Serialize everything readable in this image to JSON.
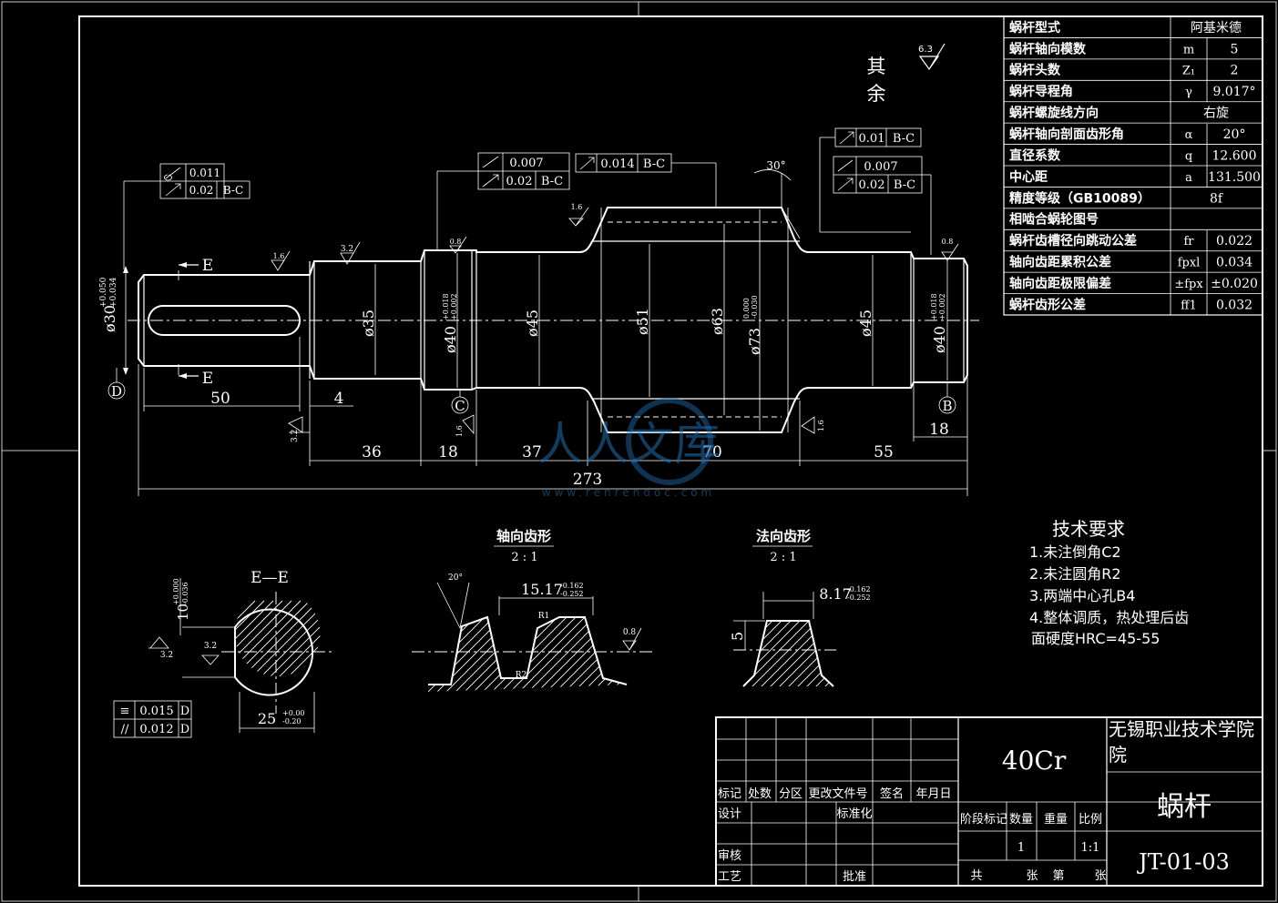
{
  "params_table": {
    "rows": [
      {
        "label": "蜗杆型式",
        "sym": "",
        "val": "阿基米德"
      },
      {
        "label": "蜗杆轴向模数",
        "sym": "m",
        "val": "5"
      },
      {
        "label": "蜗杆头数",
        "sym": "Z₁",
        "val": "2"
      },
      {
        "label": "蜗杆导程角",
        "sym": "γ",
        "val": "9.017°"
      },
      {
        "label": "蜗杆螺旋线方向",
        "sym": "",
        "val": "右旋"
      },
      {
        "label": "蜗杆轴向剖面齿形角",
        "sym": "α",
        "val": "20°"
      },
      {
        "label": "直径系数",
        "sym": "q",
        "val": "12.600"
      },
      {
        "label": "中心距",
        "sym": "a",
        "val": "131.500"
      },
      {
        "label": "精度等级（GB10089）",
        "sym": "",
        "val": "8f"
      },
      {
        "label": "相啮合蜗轮图号",
        "sym": "",
        "val": ""
      },
      {
        "label": "蜗杆齿槽径向跳动公差",
        "sym": "fr",
        "val": "0.022"
      },
      {
        "label": "轴向齿距累积公差",
        "sym": "fpxl",
        "val": "0.034"
      },
      {
        "label": "轴向齿距极限偏差",
        "sym": "±fpx",
        "val": "±0.020"
      },
      {
        "label": "蜗杆齿形公差",
        "sym": "ff1",
        "val": "0.032"
      }
    ]
  },
  "roughness_rest": {
    "label1": "其",
    "label2": "余",
    "value": "6.3"
  },
  "tolerance_frames": {
    "left": {
      "r1_val": "0.011",
      "r2_val": "0.02",
      "r2_ref": "B-C"
    },
    "mid": {
      "r1_val": "0.007",
      "r2_val": "0.02",
      "r2_ref": "B-C"
    },
    "center": {
      "val": "0.014",
      "ref": "B-C"
    },
    "right_top": {
      "val": "0.01",
      "ref": "B-C"
    },
    "right": {
      "r1_val": "0.007",
      "r2_val": "0.02",
      "r2_ref": "B-C"
    }
  },
  "roughness_marks": [
    "1.6",
    "3.2",
    "0.8",
    "1.6",
    "0.8",
    "3.2",
    "1.6",
    "1.6"
  ],
  "diameters": {
    "d30": "ø30",
    "d30_up": "+0.050",
    "d30_lo": "+0.034",
    "d35": "ø35",
    "d40": "ø40",
    "d40_up": "+0.018",
    "d40_lo": "+0.002",
    "d45": "ø45",
    "d51": "ø51",
    "d63": "ø63",
    "d73": "ø73",
    "d73_up": "0.000",
    "d73_lo": "-0.030",
    "d45r": "ø45",
    "d40r": "ø40",
    "d40r_up": "+0.018",
    "d40r_lo": "+0.002"
  },
  "lengths": {
    "l50": "50",
    "l4": "4",
    "l36": "36",
    "l18": "18",
    "l37": "37",
    "l70": "70",
    "l55": "55",
    "l18r": "18",
    "l273": "273"
  },
  "angle": "30°",
  "datums": {
    "D": "D",
    "C": "C",
    "B": "B"
  },
  "section_labels": {
    "e_top": "E",
    "e_bot": "E",
    "ee": "E—E"
  },
  "section_ee": {
    "dim_depth": "10",
    "depth_up": "+0.000",
    "depth_lo": "-0.036",
    "dim_width": "25",
    "width_up": "+0.00",
    "width_lo": "-0.20",
    "rough1": "3.2",
    "rough2": "3.2",
    "tol1_sym": "≡",
    "tol1_val": "0.015",
    "tol1_ref": "D",
    "tol2_sym": "//",
    "tol2_val": "0.012",
    "tol2_ref": "D"
  },
  "axial_profile": {
    "title": "轴向齿形",
    "scale": "2 : 1",
    "dim": "15.17",
    "dim_up": "-0.162",
    "dim_lo": "-0.252",
    "angle": "20°",
    "r1": "R1",
    "r2": "R2",
    "rough": "0.8"
  },
  "normal_profile": {
    "title": "法向齿形",
    "scale": "2 : 1",
    "dim": "8.17",
    "dim_up": "-0.162",
    "dim_lo": "-0.252",
    "height": "5"
  },
  "tech_req": {
    "title": "技术要求",
    "items": [
      "1.未注倒角C2",
      "2.未注圆角R2",
      "3.两端中心孔B4",
      "4.整体调质，热处理后齿",
      "面硬度HRC=45-55"
    ]
  },
  "title_block": {
    "material": "40Cr",
    "school": "无锡职业技术学院",
    "school2": "院",
    "part_name": "蜗杆",
    "drawing_no": "JT-01-03",
    "h_mark": "标记",
    "h_count": "处数",
    "h_zone": "分区",
    "h_doc": "更改文件号",
    "h_sign": "签名",
    "h_date": "年月日",
    "design": "设计",
    "std": "标准化",
    "check": "审核",
    "process": "工艺",
    "approve": "批准",
    "stage": "阶段标记",
    "qty": "数量",
    "weight": "重量",
    "ratio": "比例",
    "qty_val": "1",
    "ratio_val": "1:1",
    "total": "共",
    "sheet": "张",
    "page": "第",
    "sheet2": "张"
  },
  "watermark": {
    "text": "人人文库",
    "url": "www.renrendoc.com"
  }
}
